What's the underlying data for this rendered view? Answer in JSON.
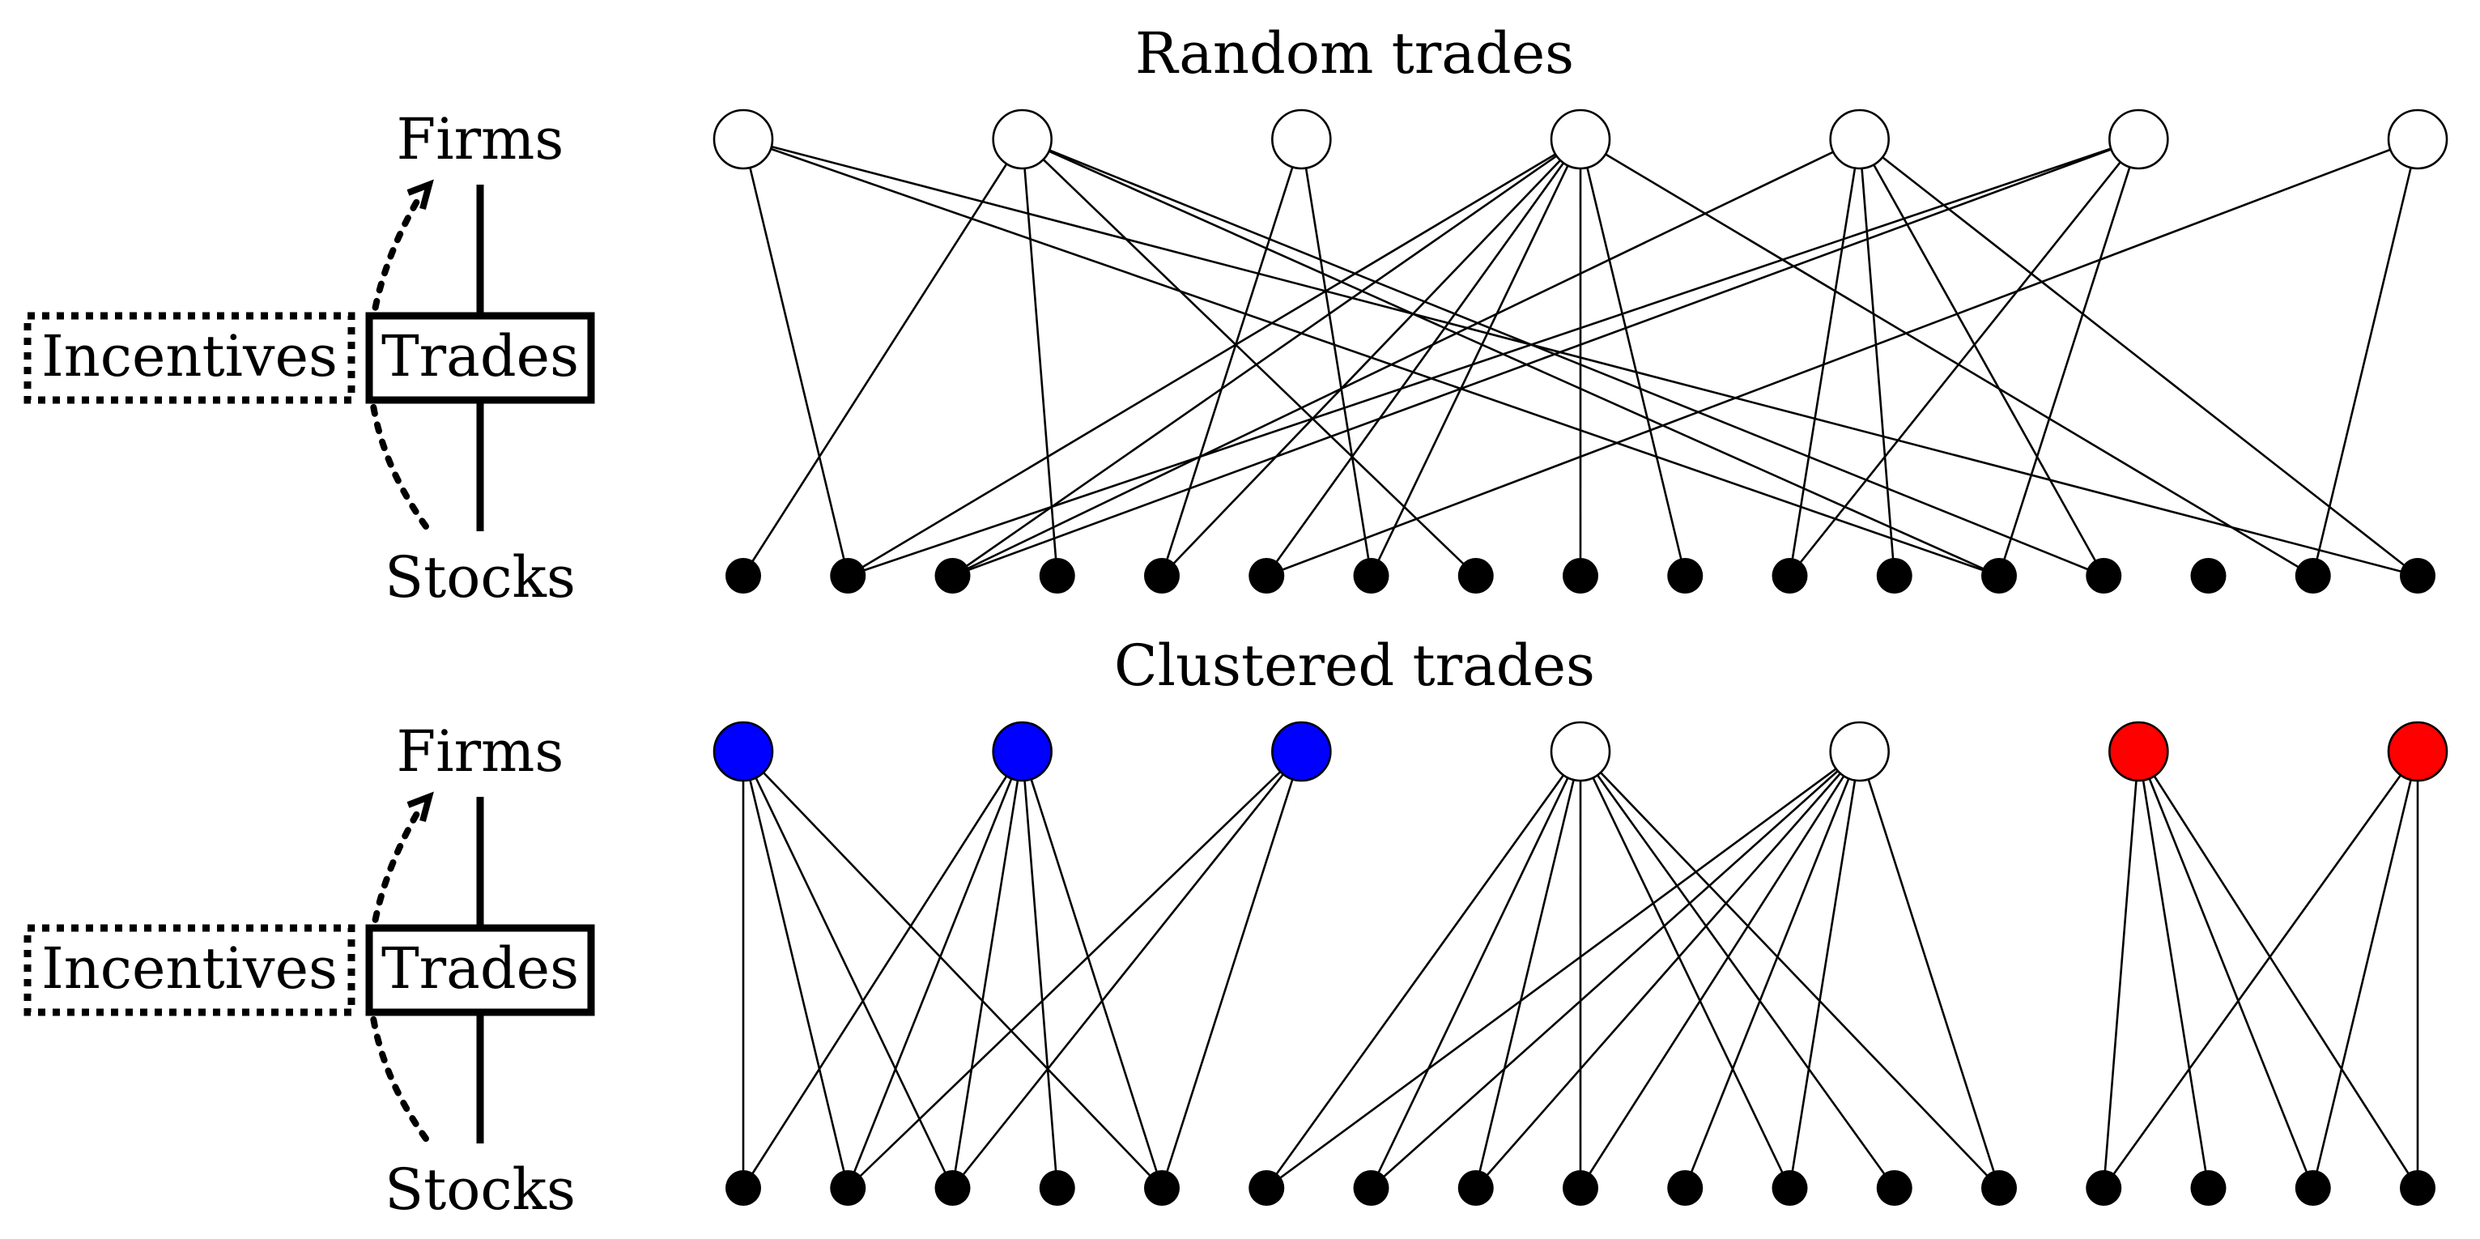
{
  "panels": [
    {
      "title": "Random trades",
      "labels": {
        "firms": "Firms",
        "trades": "Trades",
        "stocks": "Stocks",
        "incentives": "Incentives"
      },
      "firm_colors": [
        "#ffffff",
        "#ffffff",
        "#ffffff",
        "#ffffff",
        "#ffffff",
        "#ffffff",
        "#ffffff"
      ],
      "stock_count": 17,
      "edges": [
        [
          0,
          1
        ],
        [
          0,
          12
        ],
        [
          0,
          16
        ],
        [
          1,
          0
        ],
        [
          1,
          3
        ],
        [
          1,
          7
        ],
        [
          1,
          12
        ],
        [
          1,
          13
        ],
        [
          2,
          4
        ],
        [
          2,
          6
        ],
        [
          3,
          1
        ],
        [
          3,
          2
        ],
        [
          3,
          4
        ],
        [
          3,
          5
        ],
        [
          3,
          6
        ],
        [
          3,
          8
        ],
        [
          3,
          9
        ],
        [
          3,
          15
        ],
        [
          4,
          2
        ],
        [
          4,
          10
        ],
        [
          4,
          11
        ],
        [
          4,
          13
        ],
        [
          4,
          16
        ],
        [
          5,
          1
        ],
        [
          5,
          2
        ],
        [
          5,
          10
        ],
        [
          5,
          12
        ],
        [
          6,
          5
        ],
        [
          6,
          15
        ]
      ]
    },
    {
      "title": "Clustered trades",
      "labels": {
        "firms": "Firms",
        "trades": "Trades",
        "stocks": "Stocks",
        "incentives": "Incentives"
      },
      "firm_colors": [
        "#0000ff",
        "#0000ff",
        "#0000ff",
        "#ffffff",
        "#ffffff",
        "#ff0000",
        "#ff0000"
      ],
      "stock_count": 17,
      "edges": [
        [
          0,
          0
        ],
        [
          0,
          1
        ],
        [
          0,
          2
        ],
        [
          0,
          4
        ],
        [
          1,
          0
        ],
        [
          1,
          1
        ],
        [
          1,
          2
        ],
        [
          1,
          3
        ],
        [
          1,
          4
        ],
        [
          2,
          1
        ],
        [
          2,
          2
        ],
        [
          2,
          4
        ],
        [
          3,
          5
        ],
        [
          3,
          6
        ],
        [
          3,
          7
        ],
        [
          3,
          8
        ],
        [
          3,
          10
        ],
        [
          3,
          11
        ],
        [
          3,
          12
        ],
        [
          4,
          5
        ],
        [
          4,
          6
        ],
        [
          4,
          7
        ],
        [
          4,
          8
        ],
        [
          4,
          9
        ],
        [
          4,
          10
        ],
        [
          4,
          12
        ],
        [
          5,
          13
        ],
        [
          5,
          14
        ],
        [
          5,
          15
        ],
        [
          5,
          16
        ],
        [
          6,
          13
        ],
        [
          6,
          15
        ],
        [
          6,
          16
        ]
      ]
    }
  ]
}
